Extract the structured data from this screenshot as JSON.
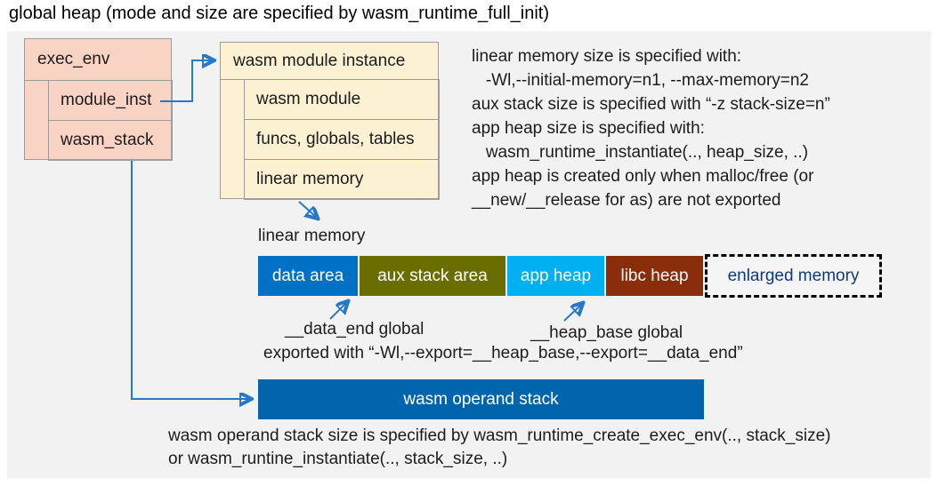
{
  "title": "global heap (mode and size are specified by wasm_runtime_full_init)",
  "exec_env": {
    "header": "exec_env",
    "rows": [
      "module_inst",
      "wasm_stack"
    ]
  },
  "module_instance": {
    "header": "wasm module instance",
    "rows": [
      "wasm module",
      "funcs, globals, tables",
      "linear memory"
    ]
  },
  "spec_notes": {
    "lines": [
      "linear memory size is specified with:",
      "   -Wl,--initial-memory=n1, --max-memory=n2",
      "aux stack size is specified with “-z stack-size=n”",
      "app heap size is specified with:",
      "   wasm_runtime_instantiate(.., heap_size, ..)",
      "app heap is created only when malloc/free (or",
      "__new/__release for as) are not exported"
    ]
  },
  "linear_memory": {
    "label": "linear memory",
    "segments": [
      {
        "label": "data area",
        "color": "#0071c5",
        "text_color": "#ffffff"
      },
      {
        "label": "aux stack area",
        "color": "#6a6d00",
        "text_color": "#ffffff"
      },
      {
        "label": "app heap",
        "color": "#00b0f0",
        "text_color": "#ffffff"
      },
      {
        "label": "libc heap",
        "color": "#8a2d0b",
        "text_color": "#ffffff"
      },
      {
        "label": "enlarged memory",
        "color": "#f5f5f5",
        "text_color": "#0f3a80"
      }
    ]
  },
  "globals": {
    "data_end_label": "__data_end global",
    "heap_base_label": "__heap_base global",
    "exported_with": "exported with “-Wl,--export=__heap_base,--export=__data_end”"
  },
  "operand_stack": {
    "label": "wasm operand stack",
    "color": "#0065ad",
    "note_line1": "wasm operand stack size is specified by wasm_runtime_create_exec_env(.., stack_size)",
    "note_line2": "or wasm_runtine_instantiate(.., stack_size, ..)"
  },
  "colors": {
    "panel_background": "#f2f2f2",
    "exec_env_fill": "#f9d4c5",
    "module_instance_fill": "#fdf1d3",
    "arrow": "#2878c8"
  }
}
